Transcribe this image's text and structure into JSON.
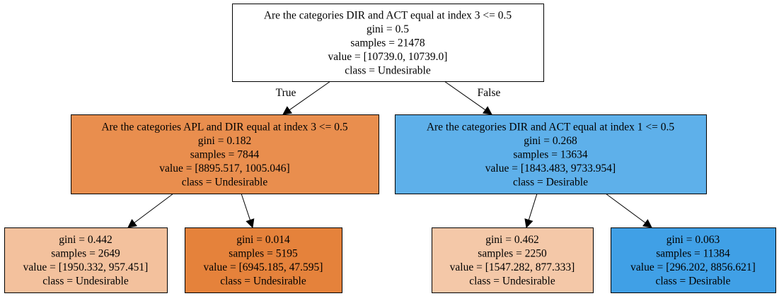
{
  "tree": {
    "nodes": [
      {
        "id": "root",
        "fill": "#ffffff",
        "lines": [
          "Are the categories DIR and ACT equal at index 3 <= 0.5",
          "gini = 0.5",
          "samples = 21478",
          "value = [10739.0, 10739.0]",
          "class = Undesirable"
        ]
      },
      {
        "id": "left",
        "fill": "#e98e4e",
        "lines": [
          "Are the categories APL and DIR equal at index 3 <= 0.5",
          "gini = 0.182",
          "samples = 7844",
          "value = [8895.517, 1005.046]",
          "class = Undesirable"
        ]
      },
      {
        "id": "right",
        "fill": "#5eb0ea",
        "lines": [
          "Are the categories DIR and ACT equal at index 1 <= 0.5",
          "gini = 0.268",
          "samples = 13634",
          "value = [1843.483, 9733.954]",
          "class = Desirable"
        ]
      },
      {
        "id": "left-left",
        "fill": "#f3c19d",
        "lines": [
          "gini = 0.442",
          "samples = 2649",
          "value = [1950.332, 957.451]",
          "class = Undesirable"
        ]
      },
      {
        "id": "left-right",
        "fill": "#e5823b",
        "lines": [
          "gini = 0.014",
          "samples = 5195",
          "value = [6945.185, 47.595]",
          "class = Undesirable"
        ]
      },
      {
        "id": "right-left",
        "fill": "#f4c8a8",
        "lines": [
          "gini = 0.462",
          "samples = 2250",
          "value = [1547.282, 877.333]",
          "class = Undesirable"
        ]
      },
      {
        "id": "right-right",
        "fill": "#40a0e6",
        "lines": [
          "gini = 0.063",
          "samples = 11384",
          "value = [296.202, 8856.621]",
          "class = Desirable"
        ]
      }
    ],
    "edges": [
      {
        "from": "root",
        "to": "left",
        "label": "True"
      },
      {
        "from": "root",
        "to": "right",
        "label": "False"
      },
      {
        "from": "left",
        "to": "left-left",
        "label": ""
      },
      {
        "from": "left",
        "to": "left-right",
        "label": ""
      },
      {
        "from": "right",
        "to": "right-left",
        "label": ""
      },
      {
        "from": "right",
        "to": "right-right",
        "label": ""
      }
    ]
  }
}
